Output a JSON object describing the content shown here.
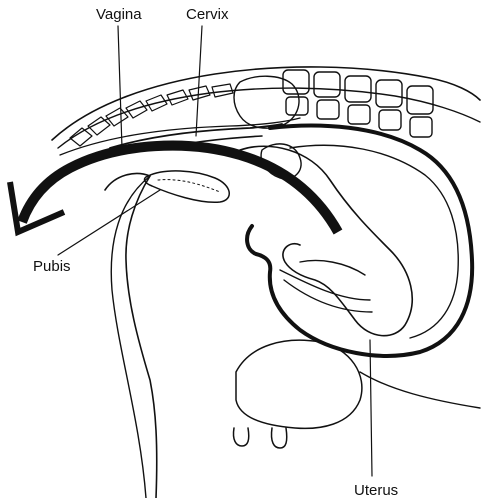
{
  "labels": {
    "vagina": "Vagina",
    "cervix": "Cervix",
    "pubis": "Pubis",
    "uterus": "Uterus"
  },
  "colors": {
    "ink": "#111111",
    "background": "#ffffff"
  }
}
